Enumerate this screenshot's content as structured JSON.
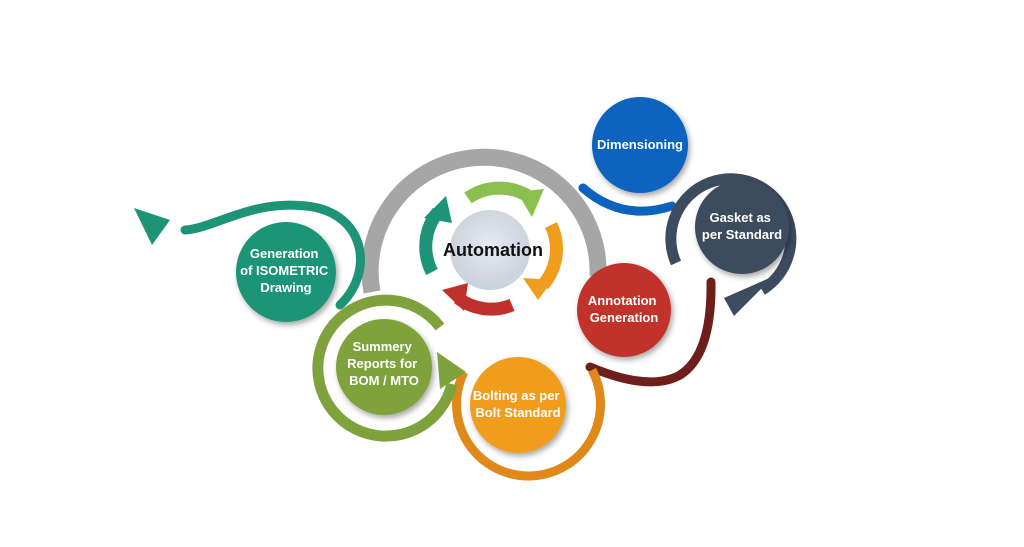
{
  "center": {
    "label": "Automation"
  },
  "nodes": {
    "dimensioning": {
      "lines": [
        "Dimensioning"
      ],
      "color": "#0b63bd"
    },
    "gasket": {
      "lines": [
        "Gasket as",
        "per Standard"
      ],
      "color": "#3d4b5f"
    },
    "annotation": {
      "lines": [
        "Annotation",
        "Generation"
      ],
      "color": "#c0302a"
    },
    "bolting": {
      "lines": [
        "Bolting as per",
        "Bolt Standard"
      ],
      "color": "#f09c1c"
    },
    "summery": {
      "lines": [
        "Summery",
        "Reports for",
        "BOM / MTO"
      ],
      "color": "#7fa23c"
    },
    "isometric": {
      "lines": [
        "Generation",
        "of ISOMETRIC",
        "Drawing"
      ],
      "color": "#1d9477"
    }
  },
  "cycle_arrow_colors": [
    "#8cbf50",
    "#f09c1c",
    "#c0302a",
    "#1d9477"
  ],
  "ring_color": "#a6a6a6"
}
